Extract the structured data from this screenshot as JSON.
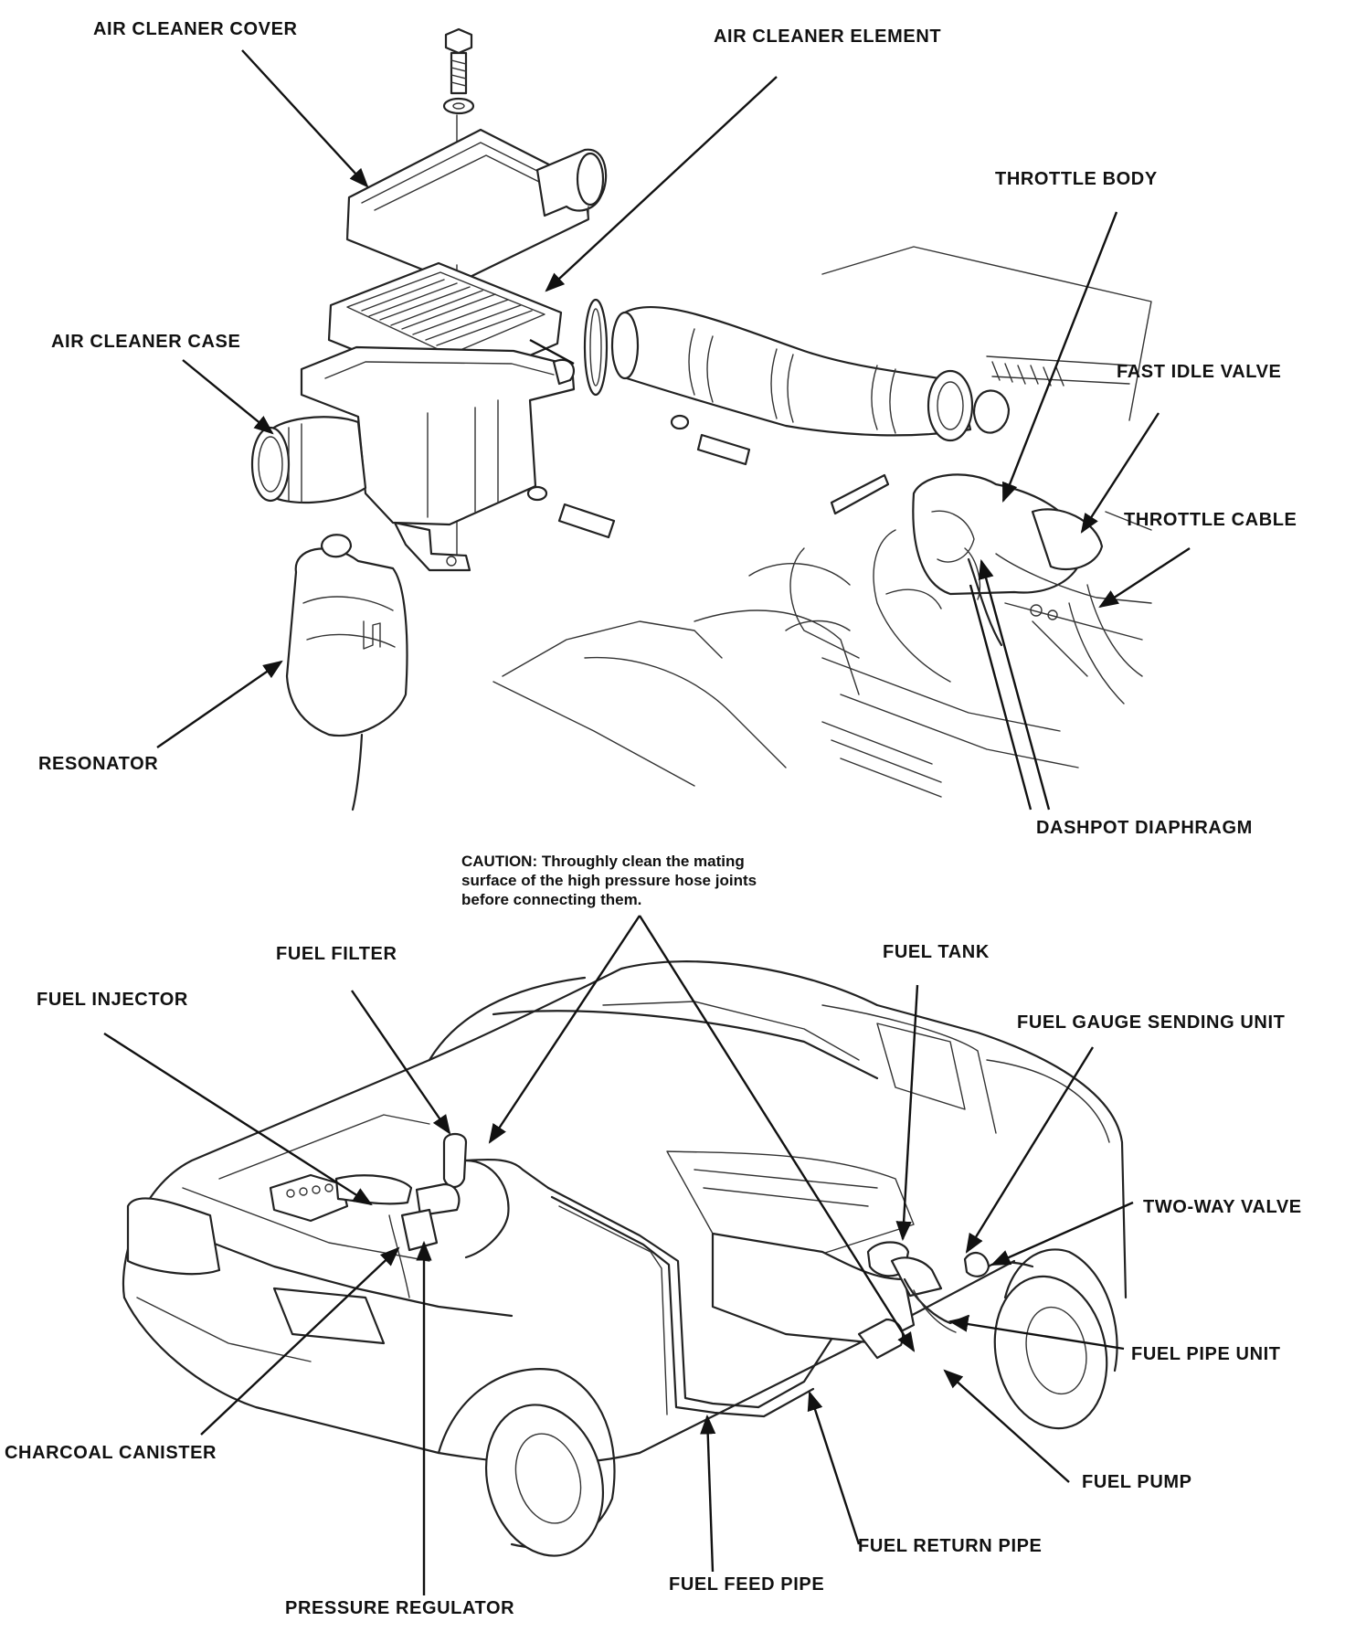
{
  "labels": {
    "air_cleaner_cover": "AIR CLEANER COVER",
    "air_cleaner_element": "AIR CLEANER ELEMENT",
    "throttle_body": "THROTTLE BODY",
    "air_cleaner_case": "AIR CLEANER CASE",
    "fast_idle_valve": "FAST IDLE VALVE",
    "throttle_cable": "THROTTLE CABLE",
    "resonator": "RESONATOR",
    "dashpot_diaphragm": "DASHPOT DIAPHRAGM",
    "fuel_filter": "FUEL FILTER",
    "fuel_tank": "FUEL TANK",
    "fuel_injector": "FUEL INJECTOR",
    "fuel_gauge_sending_unit": "FUEL GAUGE SENDING UNIT",
    "two_way_valve": "TWO-WAY VALVE",
    "fuel_pipe_unit": "FUEL PIPE UNIT",
    "charcoal_canister": "CHARCOAL CANISTER",
    "fuel_pump": "FUEL PUMP",
    "fuel_return_pipe": "FUEL RETURN PIPE",
    "fuel_feed_pipe": "FUEL FEED PIPE",
    "pressure_regulator": "PRESSURE REGULATOR"
  },
  "caution": {
    "line1": "CAUTION: Throughly clean the mating",
    "line2": "surface of the high pressure hose joints",
    "line3": "before connecting them."
  }
}
